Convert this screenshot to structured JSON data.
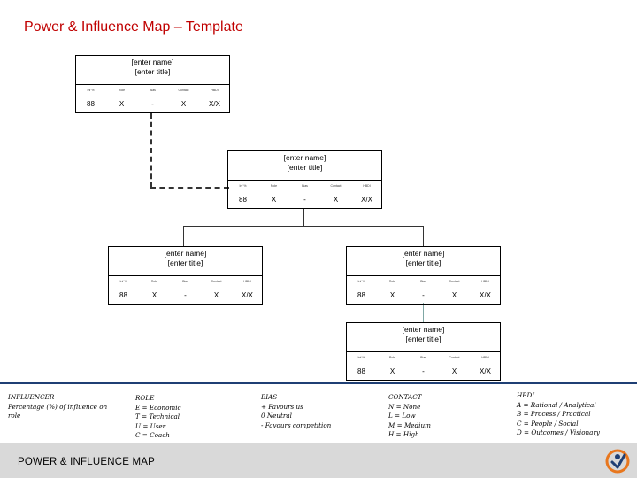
{
  "title": "Power & Influence Map – Template",
  "card_defaults": {
    "name": "[enter name]",
    "job_title": "[enter title]",
    "headers": [
      "Inf %",
      "Role",
      "Bias",
      "Contact",
      "HBDI"
    ],
    "values": [
      "88",
      "X",
      "-",
      "X",
      "X/X"
    ]
  },
  "cards": [
    {
      "name": "[enter name]",
      "job_title": "[enter title]",
      "headers": [
        "Inf %",
        "Role",
        "Bias",
        "Contact",
        "HBDI"
      ],
      "values": [
        "88",
        "X",
        "-",
        "X",
        "X/X"
      ]
    },
    {
      "name": "[enter name]",
      "job_title": "[enter title]",
      "headers": [
        "Inf %",
        "Role",
        "Bias",
        "Contact",
        "HBDI"
      ],
      "values": [
        "88",
        "X",
        "-",
        "X",
        "X/X"
      ]
    },
    {
      "name": "[enter name]",
      "job_title": "[enter title]",
      "headers": [
        "Inf %",
        "Role",
        "Bias",
        "Contact",
        "HBDI"
      ],
      "values": [
        "88",
        "X",
        "-",
        "X",
        "X/X"
      ]
    },
    {
      "name": "[enter name]",
      "job_title": "[enter title]",
      "headers": [
        "Inf %",
        "Role",
        "Bias",
        "Contact",
        "HBDI"
      ],
      "values": [
        "88",
        "X",
        "-",
        "X",
        "X/X"
      ]
    },
    {
      "name": "[enter name]",
      "job_title": "[enter title]",
      "headers": [
        "Inf %",
        "Role",
        "Bias",
        "Contact",
        "HBDI"
      ],
      "values": [
        "88",
        "X",
        "-",
        "X",
        "X/X"
      ]
    }
  ],
  "legend": {
    "influencer": {
      "title": "INFLUENCER",
      "lines": [
        "Percentage (%) of influence on",
        "role"
      ]
    },
    "role": {
      "title": "ROLE",
      "lines": [
        "E = Economic",
        "T = Technical",
        "U = User",
        "C = Coach"
      ]
    },
    "bias": {
      "title": "BIAS",
      "lines": [
        "+ Favours us",
        "0 Neutral",
        "- Favours competition"
      ]
    },
    "contact": {
      "title": "CONTACT",
      "lines": [
        "N = None",
        "L = Low",
        "M = Medium",
        "H = High"
      ]
    },
    "hbdi": {
      "title": "HBDI",
      "lines": [
        "A = Rational / Analytical",
        "B = Process / Practical",
        "C = People / Social",
        "D = Outcomes / Visionary"
      ]
    }
  },
  "footer": "POWER & INFLUENCE MAP",
  "colors": {
    "title": "#c00000",
    "footer_bar": "#d9d9d9",
    "rule": "#1f3f74",
    "teal_connector": "#7fa7a4",
    "logo_orange": "#e8771e",
    "logo_navy": "#1f3f74"
  }
}
